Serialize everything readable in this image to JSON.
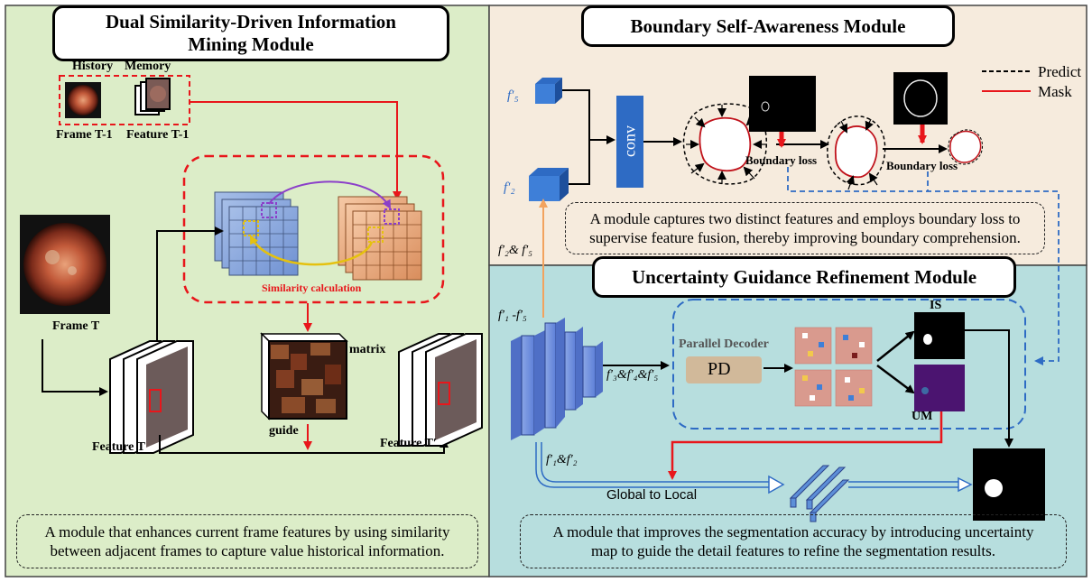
{
  "left_panel": {
    "title_line1": "Dual Similarity-Driven Information",
    "title_line2": "Mining Module",
    "history_label": "History",
    "memory_label": "Memory",
    "frame_t1_label": "Frame T-1",
    "feature_t1_label": "Feature T-1",
    "frame_t_label": "Frame T",
    "feature_t_label": "Feature T",
    "feature_t_prime_label": "Feature T′",
    "similarity_label": "Similarity calculation",
    "matrix_label": "matrix",
    "guide_label": "guide",
    "description_line1": "A module that enhances current frame features by using similarity",
    "description_line2": "between adjacent frames to capture value historical information."
  },
  "top_right_panel": {
    "title": "Boundary Self-Awareness Module",
    "f5_label": "f′₅",
    "f2_label": "f′₂",
    "conv_label": "conv",
    "boundary_loss_1": "Boundary loss",
    "boundary_loss_2": "Boundary loss",
    "legend_predict": "Predict",
    "legend_mask": "Mask",
    "description_line1": "A module captures two distinct features and employs boundary loss to",
    "description_line2": "supervise feature fusion, thereby improving boundary comprehension."
  },
  "bottom_right_panel": {
    "title": "Uncertainty Guidance Refinement Module",
    "f2f5_label": "f′₂& f′₅",
    "f1f5_label": "f′₁ -f′₅",
    "f345_label": "f′₃&f′₄&f′₅",
    "parallel_decoder_label": "Parallel Decoder",
    "pd_label": "PD",
    "is_label": "IS",
    "um_label": "UM",
    "f1f2_label": "f′₁&f′₂",
    "global_local_label": "Global to Local",
    "description_line1": "A module that improves the segmentation accuracy by introducing uncertainty",
    "description_line2": "map to guide the detail features to refine the segmentation results."
  },
  "colors": {
    "left_bg": "#dcedc8",
    "top_right_bg": "#f6ebdd",
    "bottom_right_bg": "#b7dede",
    "red": "#e8161b",
    "blue": "#2e6bc4",
    "orange": "#f2a35e"
  }
}
